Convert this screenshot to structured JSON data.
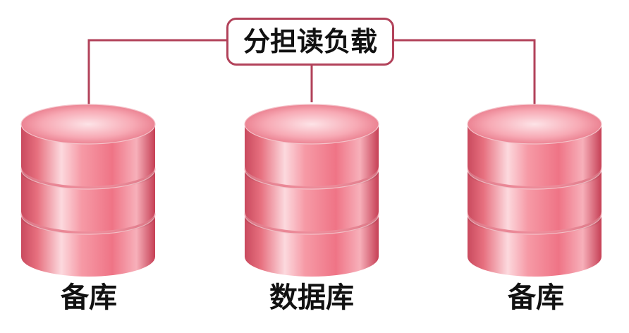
{
  "diagram": {
    "hub_label": "分担读负载",
    "nodes": [
      {
        "label": "备库",
        "icon": "database-icon"
      },
      {
        "label": "数据库",
        "icon": "database-icon"
      },
      {
        "label": "备库",
        "icon": "database-icon"
      }
    ]
  },
  "colors": {
    "connector": "#b2425a",
    "cylinder_base": "#ec6a7e",
    "cylinder_light": "#fbd7dc",
    "cylinder_dark": "#c13b52"
  }
}
